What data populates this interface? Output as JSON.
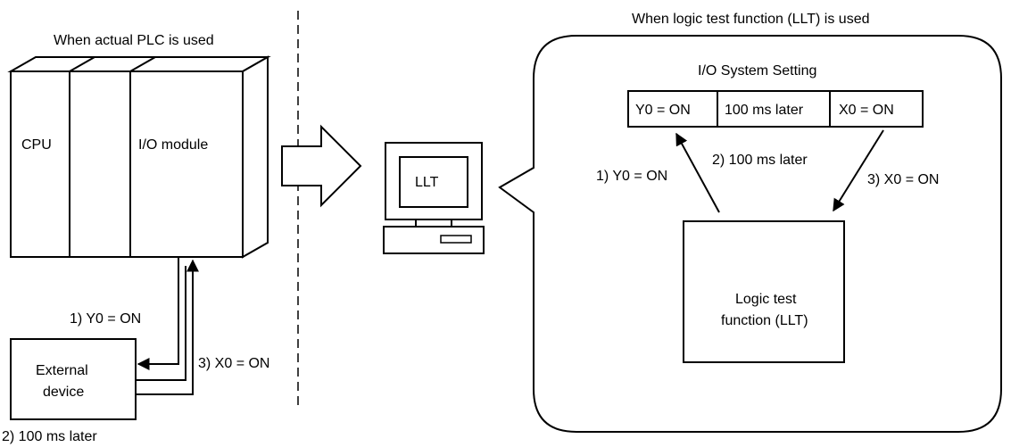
{
  "left": {
    "title": "When actual PLC is used",
    "cpu_label": "CPU",
    "io_module_label": "I/O module",
    "external_device_line1": "External",
    "external_device_line2": "device",
    "step1": "1) Y0 = ON",
    "step2": "2) 100 ms later",
    "step3": "3) X0 = ON"
  },
  "middle": {
    "llt_label": "LLT"
  },
  "right": {
    "title": "When logic test function (LLT) is used",
    "io_setting_title": "I/O System Setting",
    "table_cells": [
      "Y0 = ON",
      "100 ms later",
      "X0 = ON"
    ],
    "step1": "1) Y0 = ON",
    "step2": "2) 100 ms later",
    "step3": "3) X0 = ON",
    "llt_box_line1": "Logic test",
    "llt_box_line2": "function (LLT)"
  }
}
